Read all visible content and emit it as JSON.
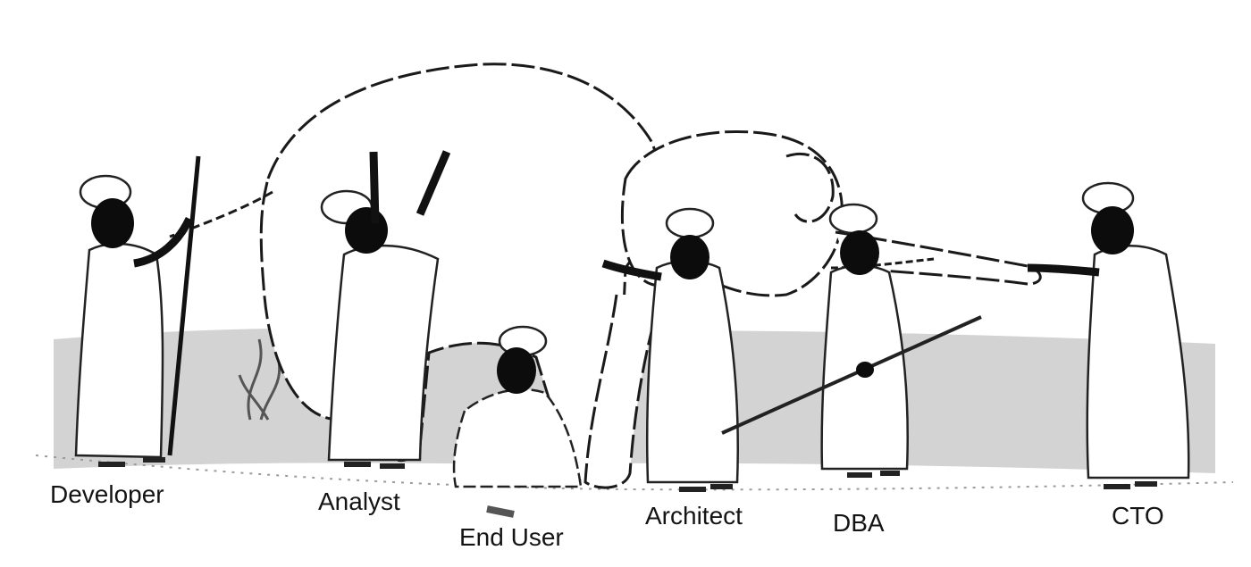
{
  "labels": {
    "developer": "Developer",
    "analyst": "Analyst",
    "end_user": "End User",
    "architect": "Architect",
    "dba": "DBA",
    "cto": "CTO"
  },
  "colors": {
    "background": "#ffffff",
    "ground_shade": "#bdbdbd",
    "ink": "#141414",
    "face": "#0c0c0c",
    "robe": "#ffffff"
  }
}
